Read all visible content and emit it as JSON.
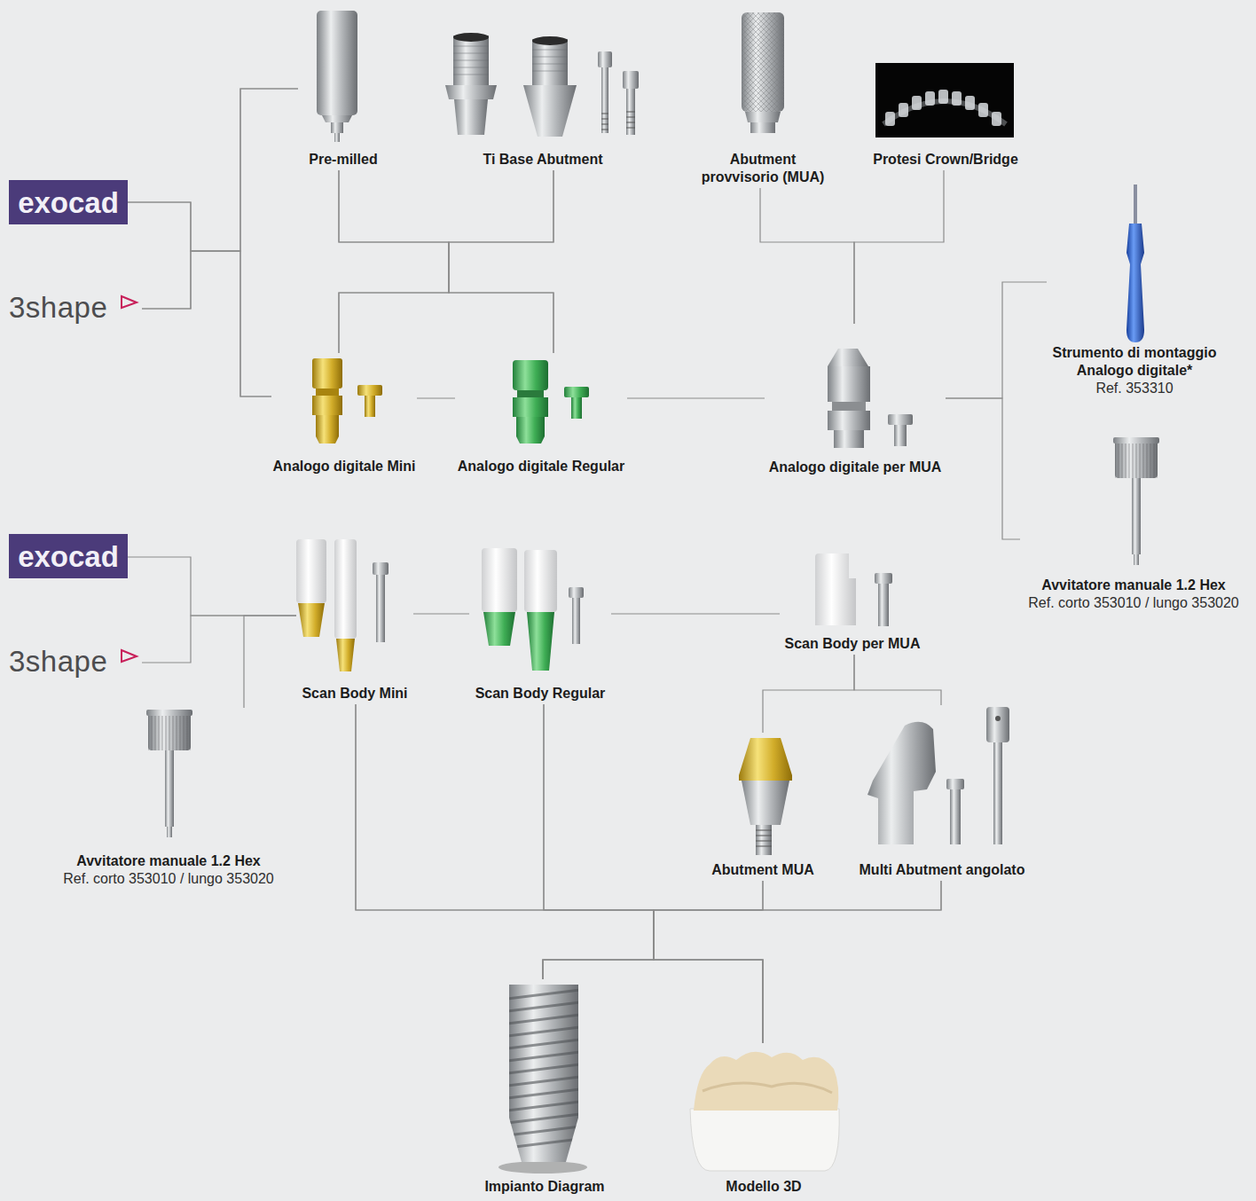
{
  "diagram": {
    "nodes": [
      {
        "text": [
          "exocad"
        ]
      },
      {
        "text": [
          "3shape"
        ]
      },
      {
        "text": [
          "Pre-milled"
        ]
      },
      {
        "text": [
          "Ti Base Abutment"
        ]
      },
      {
        "text": [
          "Abutment provvisorio (MUA)"
        ]
      },
      {
        "text": [
          "Protesi Crown/Bridge"
        ]
      },
      {
        "text": [
          "Strumento di montaggio Analogo digitale*",
          "Ref. 353310"
        ]
      },
      {
        "text": [
          "Analogo digitale Mini"
        ]
      },
      {
        "text": [
          "Analogo digitale Regular"
        ]
      },
      {
        "text": [
          "Analogo digitale per MUA"
        ]
      },
      {
        "text": [
          "Avvitatore manuale 1.2 Hex",
          "Ref. corto 353010 / lungo 353020"
        ]
      },
      {
        "text": [
          "exocad"
        ]
      },
      {
        "text": [
          "3shape"
        ]
      },
      {
        "text": [
          "Scan Body Mini"
        ]
      },
      {
        "text": [
          "Scan Body Regular"
        ]
      },
      {
        "text": [
          "Scan Body per MUA"
        ]
      },
      {
        "text": [
          "Avvitatore manuale 1.2 Hex",
          "Ref. corto 353010 / lungo 353020"
        ]
      },
      {
        "text": [
          "Abutment MUA"
        ]
      },
      {
        "text": [
          "Multi Abutment angolato"
        ]
      },
      {
        "text": [
          "Impianto Diagram"
        ]
      },
      {
        "text": [
          "Modello 3D"
        ]
      }
    ],
    "edges": [
      {
        "from": 0,
        "to": 2,
        "arrow": "none"
      },
      {
        "from": 0,
        "to": 7,
        "arrow": "none"
      },
      {
        "from": 1,
        "to": 2,
        "arrow": "none"
      },
      {
        "from": 1,
        "to": 7,
        "arrow": "none"
      },
      {
        "from": 2,
        "to": 7,
        "arrow": "none"
      },
      {
        "from": 2,
        "to": 8,
        "arrow": "none"
      },
      {
        "from": 3,
        "to": 7,
        "arrow": "none"
      },
      {
        "from": 3,
        "to": 8,
        "arrow": "none"
      },
      {
        "from": 7,
        "to": 8,
        "arrow": "none"
      },
      {
        "from": 8,
        "to": 9,
        "arrow": "none"
      },
      {
        "from": 4,
        "to": 9,
        "arrow": "none"
      },
      {
        "from": 5,
        "to": 9,
        "arrow": "none"
      },
      {
        "from": 9,
        "to": 6,
        "arrow": "none"
      },
      {
        "from": 9,
        "to": 10,
        "arrow": "none"
      },
      {
        "from": 11,
        "to": 13,
        "arrow": "none"
      },
      {
        "from": 12,
        "to": 13,
        "arrow": "none"
      },
      {
        "from": 16,
        "to": 13,
        "arrow": "none"
      },
      {
        "from": 13,
        "to": 14,
        "arrow": "none"
      },
      {
        "from": 14,
        "to": 15,
        "arrow": "none"
      },
      {
        "from": 15,
        "to": 17,
        "arrow": "none"
      },
      {
        "from": 15,
        "to": 18,
        "arrow": "none"
      },
      {
        "from": 13,
        "to": 19,
        "arrow": "none"
      },
      {
        "from": 13,
        "to": 20,
        "arrow": "none"
      },
      {
        "from": 14,
        "to": 19,
        "arrow": "none"
      },
      {
        "from": 14,
        "to": 20,
        "arrow": "none"
      },
      {
        "from": 17,
        "to": 19,
        "arrow": "none"
      },
      {
        "from": 17,
        "to": 20,
        "arrow": "none"
      },
      {
        "from": 18,
        "to": 19,
        "arrow": "none"
      },
      {
        "from": 18,
        "to": 20,
        "arrow": "none"
      }
    ]
  }
}
